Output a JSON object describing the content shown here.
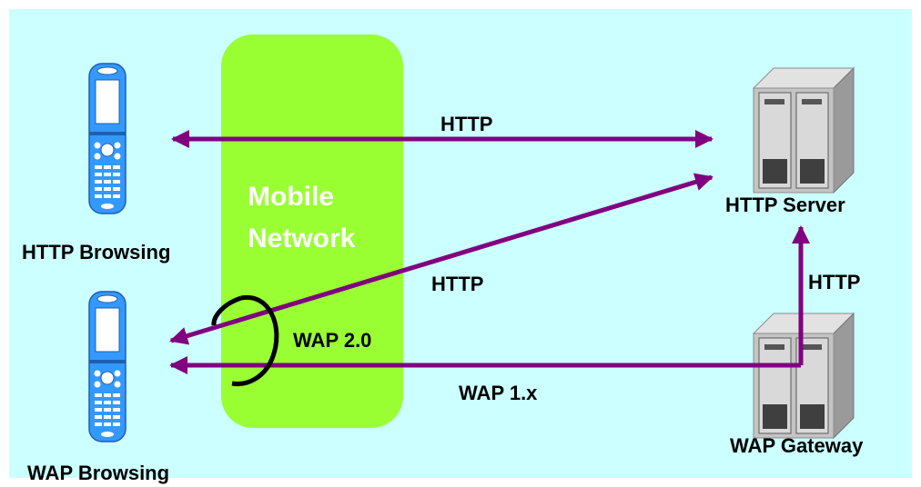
{
  "labels": {
    "mobile_network_line1": "Mobile",
    "mobile_network_line2": "Network",
    "http_top": "HTTP",
    "http_middle": "HTTP",
    "http_right": "HTTP",
    "wap2": "WAP 2.0",
    "wap1": "WAP 1.x",
    "http_browsing": "HTTP Browsing",
    "wap_browsing": "WAP Browsing",
    "http_server": "HTTP Server",
    "wap_gateway": "WAP Gateway"
  },
  "colors": {
    "background": "#ccffff",
    "network": "#99ff33",
    "network_text": "#ffffff",
    "arrow": "#800080",
    "phone": "#3399ff",
    "server": "#c0c0c0",
    "text": "#000000"
  },
  "icons": {
    "phones": [
      "mobile-phone-icon",
      "mobile-phone-icon"
    ],
    "servers": [
      "server-icon",
      "server-icon"
    ]
  }
}
